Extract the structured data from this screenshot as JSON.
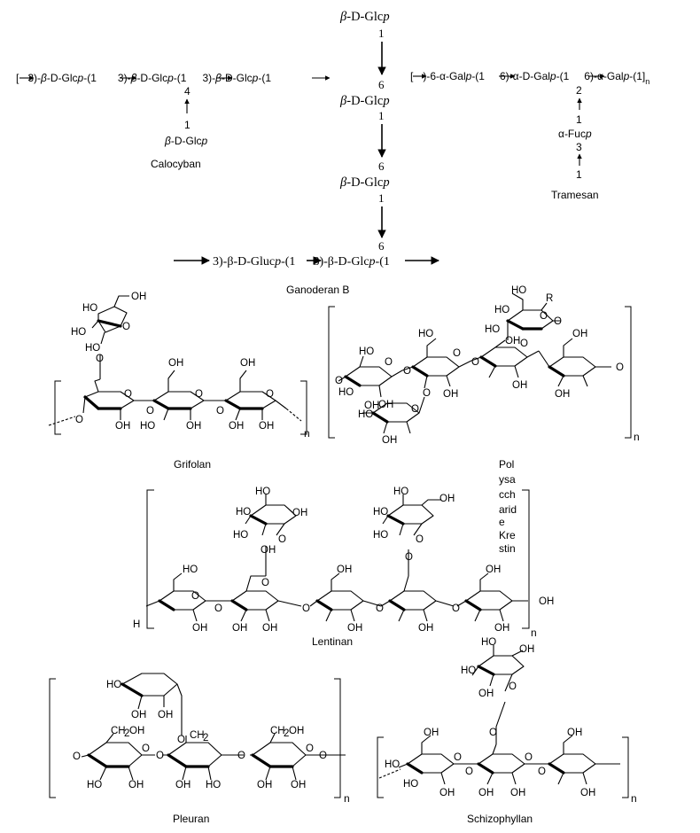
{
  "calocyban": {
    "chain": [
      "[",
      "3)-",
      "β",
      "-D-Glc",
      "p",
      "-(1",
      "3)-",
      "β",
      "-D-Glc",
      "p",
      "-(1",
      "3)-",
      "β",
      "-D-Glc",
      "p",
      "-(1"
    ],
    "pos4": "4",
    "pos1": "1",
    "branch_b": "β",
    "branch_text": "-D-Glc",
    "branch_p": "p",
    "name": "Calocyban"
  },
  "ganoderan": {
    "u1_b": "β",
    "u1_t": "-D-Glc",
    "u1_p": "p",
    "u1_n1": "1",
    "u2_n6": "6",
    "u2_b": "β",
    "u2_t": "-D-Glc",
    "u2_p": "p",
    "u2_n1": "1",
    "u3_n6": "6",
    "u3_b": "β",
    "u3_t": "-D-Glc",
    "u3_p": "p",
    "u3_n1": "1",
    "main_n6": "6",
    "main_a": "3)-β-D-Gluc",
    "main_ap": "p",
    "main_b": "-(1",
    "main_c": "3)-β-D-Glc",
    "main_cp": "p",
    "main_d": "-(1",
    "name": "Ganoderan B"
  },
  "tramesan": {
    "a": "[",
    "b": ")-6-α-Gal",
    "bp": "p",
    "c": "-(1",
    "d": "6)-α-D-Gal",
    "dp": "p",
    "e": "-(1",
    "f": "6)-α-Gal",
    "fp": "p",
    "g": "-(1]",
    "n": "n",
    "pos2": "2",
    "pos1a": "1",
    "fuc": "α-Fuc",
    "fucp": "p",
    "pos3": "3",
    "pos1b": "1",
    "name": "Tramesan"
  },
  "grifolan": {
    "atoms": [
      "HO",
      "HO",
      "OH",
      "HO",
      "O",
      "O",
      "OH",
      "O",
      "OH",
      "OH",
      "HO",
      "O",
      "O",
      "O",
      "O",
      "OH",
      "OH",
      "O",
      "OH"
    ],
    "n": "n",
    "name": "Grifolan"
  },
  "krestin": {
    "atoms": [
      "HO",
      "R",
      "O",
      "HO",
      "O",
      "HO",
      "OH",
      "HO",
      "OH",
      "O",
      "O",
      "O",
      "O",
      "O",
      "O",
      "HO",
      "OH",
      "HO",
      "OH",
      "O",
      "OH",
      "O",
      "OH",
      "OH",
      "HO",
      "O",
      "OH"
    ],
    "n": "n",
    "name": [
      "Pol",
      "ysa",
      "cch",
      "arid",
      "e",
      "Kre",
      "stin"
    ]
  },
  "lentinan": {
    "atoms": [
      "HO",
      "HO",
      "OH",
      "HO",
      "O",
      "HO",
      "HO",
      "OH",
      "HO",
      "O",
      "HO",
      "OH",
      "OH",
      "OH",
      "O",
      "O",
      "H",
      "O",
      "O",
      "O",
      "O",
      "O",
      "OH",
      "OH",
      "OH",
      "OH",
      "OH",
      "OH",
      "OH"
    ],
    "n": "n",
    "name": "Lentinan"
  },
  "pleuran": {
    "atoms": [
      "HO",
      "OH",
      "OH",
      "O",
      "CH",
      "2",
      "CH",
      "2",
      "OH",
      "CH",
      "2",
      "OH",
      "O",
      "O",
      "O",
      "O",
      "O",
      "O",
      "HO",
      "OH",
      "OH",
      "HO",
      "OH",
      "OH"
    ],
    "n": "n",
    "name": "Pleuran"
  },
  "schizophyllan": {
    "atoms": [
      "HO",
      "OH",
      "HO",
      "OH",
      "O",
      "O",
      "OH",
      "OH",
      "HO",
      "HO",
      "O",
      "O",
      "O",
      "O",
      "OH",
      "OH",
      "OH",
      "OH"
    ],
    "n": "n",
    "name": "Schizophyllan"
  }
}
